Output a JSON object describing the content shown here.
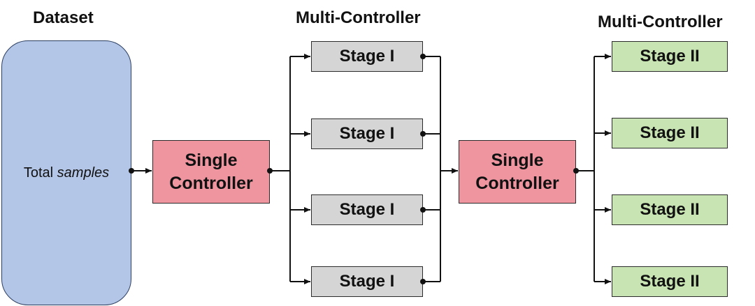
{
  "headers": {
    "dataset": "Dataset",
    "multi_controller_1": "Multi-Controller",
    "multi_controller_2": "Multi-Controller"
  },
  "dataset_box": {
    "label_plain": "Total ",
    "label_italic": "samples"
  },
  "single_controller_1": {
    "line1": "Single",
    "line2": "Controller"
  },
  "single_controller_2": {
    "line1": "Single",
    "line2": "Controller"
  },
  "stage_one": [
    "Stage I",
    "Stage I",
    "Stage I",
    "Stage I"
  ],
  "stage_two": [
    "Stage II",
    "Stage II",
    "Stage II",
    "Stage II"
  ],
  "colors": {
    "dataset_fill": "#b4c6e7",
    "controller_fill": "#ee95a0",
    "stage_one_fill": "#d5d5d5",
    "stage_two_fill": "#c8e4b2"
  }
}
